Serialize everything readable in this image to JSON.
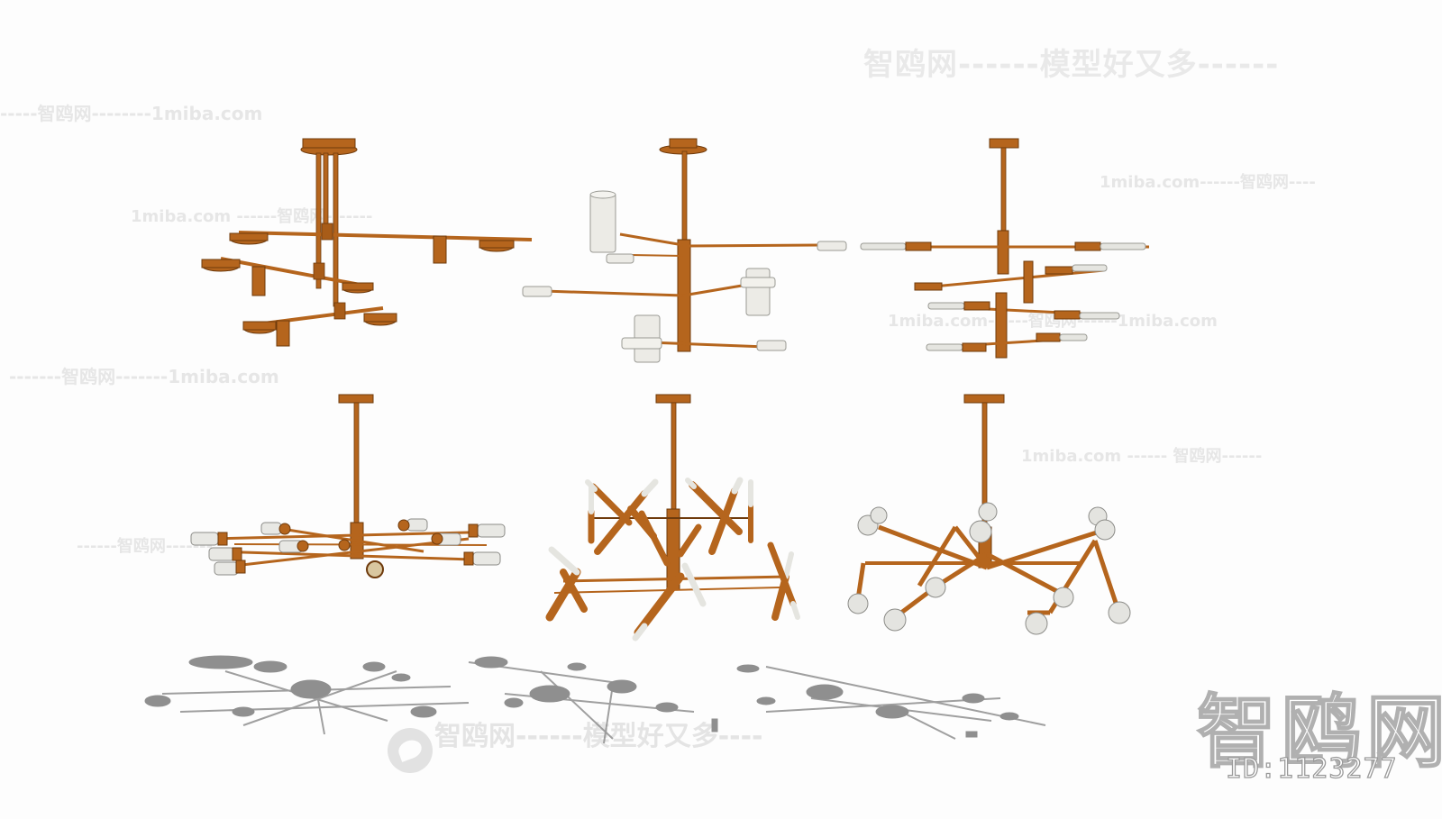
{
  "watermarks": {
    "top_right": "智鸥网------模型好又多------",
    "top_left": "-----智鸥网--------1miba.com",
    "mid_left_1": "1miba.com ------智鸥网-------",
    "mid_left_2": "-------智鸥网-------1miba.com",
    "right_1": "1miba.com------智鸥网----",
    "right_2": "1miba.com------智鸥网------1miba.com",
    "right_3": "1miba.com ------ 智鸥网------",
    "bottom": "智鸥网------模型好又多----",
    "left_faint": "------智鸥网-------"
  },
  "logo_mark": "智鸥网",
  "id_label": "ID:1123277",
  "palette": {
    "brass": "#b5651d",
    "brass_dark": "#8a4a12",
    "glass": "#e8e8e4",
    "shadow": "#9a9a9a",
    "background": "#fdfdfd"
  },
  "icons": {
    "bottom_logo": "seagull-logo-icon"
  }
}
